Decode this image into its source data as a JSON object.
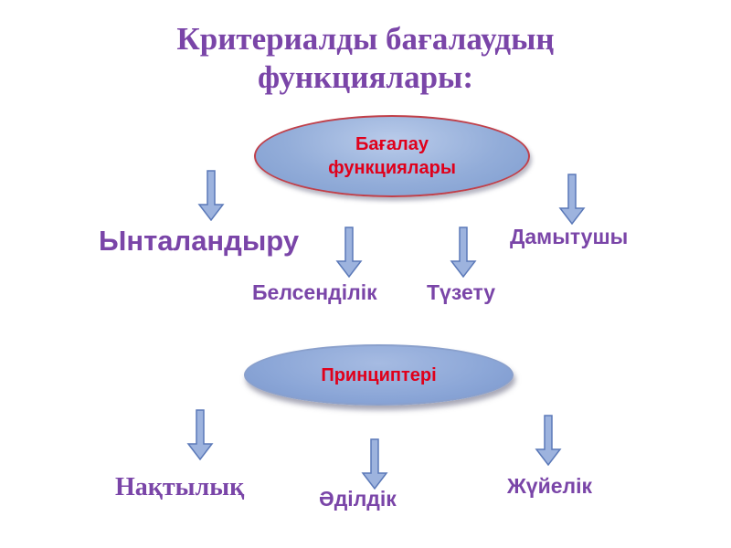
{
  "title": {
    "line1": "Критериалды бағалаудың",
    "line2": "функциялары:"
  },
  "functions_node": {
    "label": "Бағалау функциялары"
  },
  "functions": {
    "yntalandyru": "Ынталандыру",
    "belsendilik": "Белсенділік",
    "tuzetu": "Түзету",
    "damytushy": "Дамытушы"
  },
  "principles_node": {
    "label": "Принциптері"
  },
  "principles": {
    "naktylyk": "Нақтылық",
    "adildik": "Әділдік",
    "zhuielik": "Жүйелік"
  },
  "colors": {
    "title_text": "#7a45a8",
    "label_text": "#7a45a8",
    "node_text": "#e0001b",
    "node_fill": "#93add9",
    "node_border": "#c0404a",
    "arrow_fill": "#9db3de",
    "arrow_stroke": "#5b79b8"
  },
  "icons": {
    "arrow": "down-arrow-icon"
  }
}
